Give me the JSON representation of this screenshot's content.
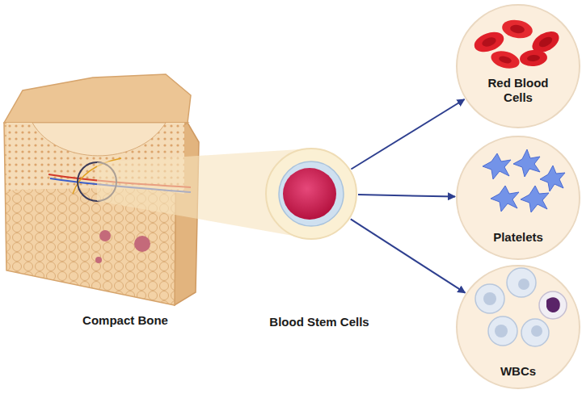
{
  "diagram": {
    "nodes": [
      {
        "text": [
          "Blood Stem Cells"
        ]
      },
      {
        "text": [
          "Red Blood Cells"
        ]
      },
      {
        "text": [
          "Platelets"
        ]
      },
      {
        "text": [
          "WBCs"
        ]
      }
    ],
    "edges": [
      {
        "from": 0,
        "to": 1,
        "arrow": "to"
      },
      {
        "from": 0,
        "to": 2,
        "arrow": "to"
      },
      {
        "from": 0,
        "to": 3,
        "arrow": "to"
      }
    ],
    "labels": [
      "Compact Bone"
    ]
  }
}
